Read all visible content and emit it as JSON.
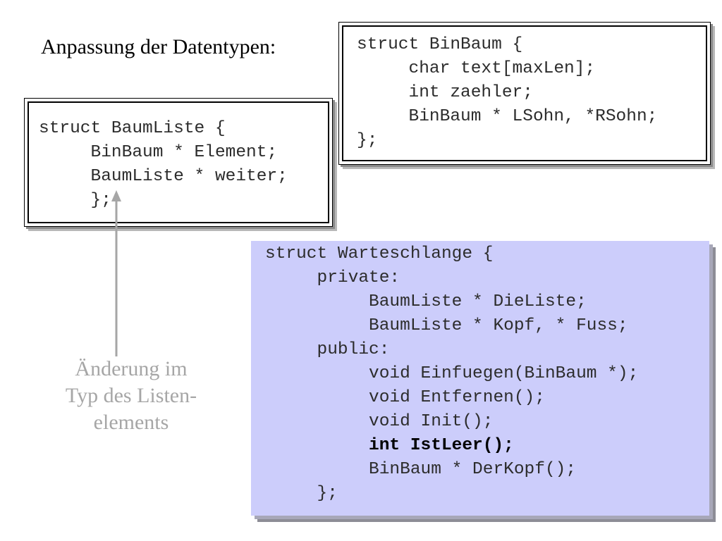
{
  "heading": "Anpassung der Datentypen:",
  "binbaum_code": [
    "struct BinBaum {",
    "     char text[maxLen];",
    "     int zaehler;",
    "     BinBaum * LSohn, *RSohn;",
    "};"
  ],
  "baumliste_code": [
    "struct BaumListe {",
    "     BinBaum * Element;",
    "     BaumListe * weiter;",
    "     };"
  ],
  "warteschlange_code": [
    "struct Warteschlange {",
    "     private:",
    "          BaumListe * DieListe;",
    "          BaumListe * Kopf, * Fuss;",
    "     public:",
    "          void Einfuegen(BinBaum *);",
    "          void Entfernen();",
    "          void Init();",
    "          int IstLeer();",
    "          BinBaum * DerKopf();",
    "     };"
  ],
  "annotation": {
    "lines": [
      "Änderung im",
      "Typ des Listen-",
      "elements"
    ]
  },
  "colors": {
    "warteschlange_background": "#cccdfb",
    "annotation_text": "#a6a6a6"
  }
}
